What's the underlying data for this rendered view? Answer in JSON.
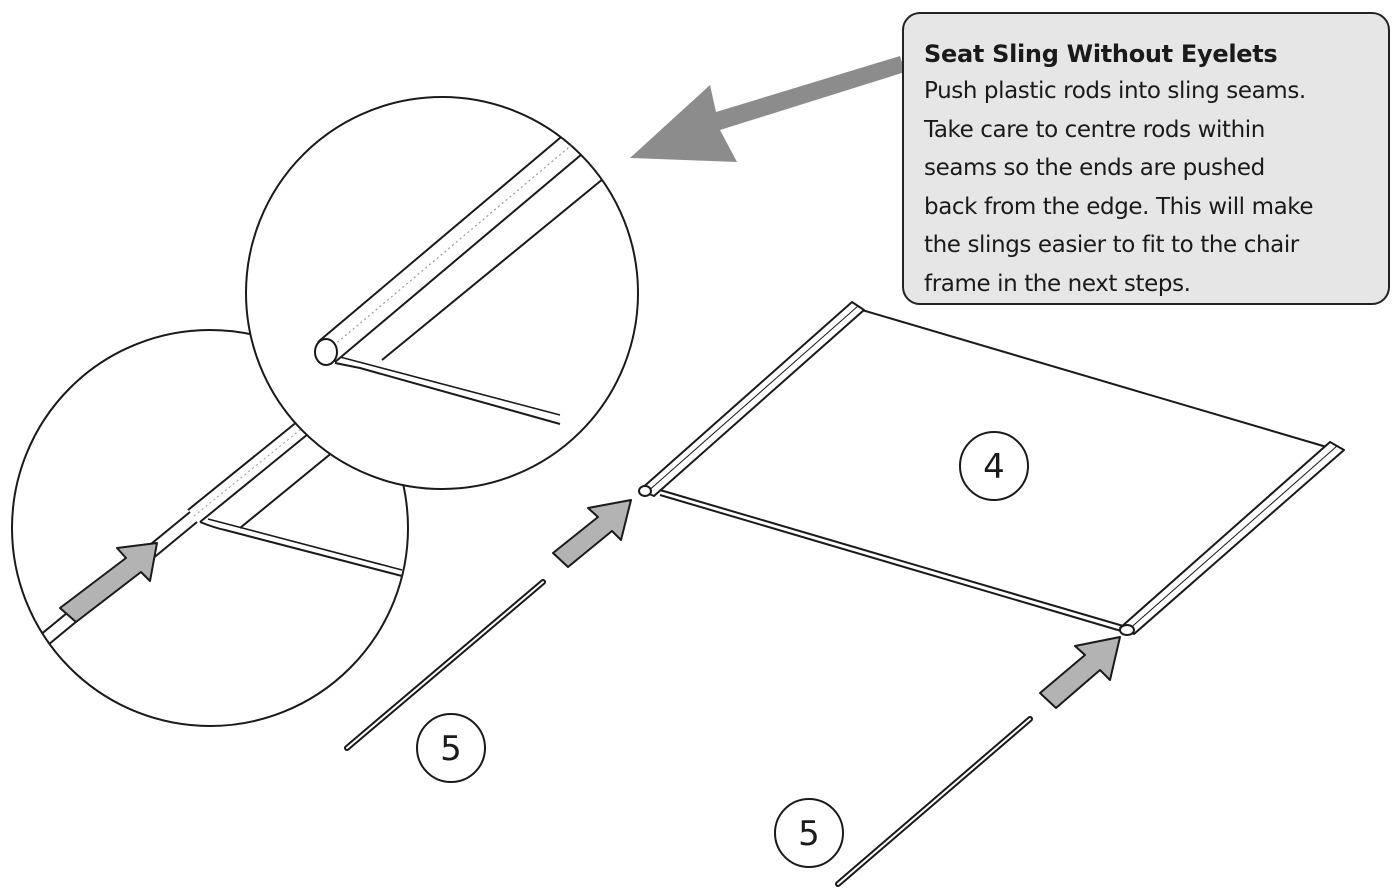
{
  "callout": {
    "title": "Seat Sling Without Eyelets",
    "lines": [
      "Push plastic rods into sling seams.",
      "Take care to centre rods within",
      "seams so the ends are pushed",
      "back from the edge. This will make",
      "the slings easier to fit to the chair",
      "frame in the next steps."
    ]
  },
  "labels": {
    "sling": "4",
    "rod_left": "5",
    "rod_right": "5"
  },
  "colors": {
    "outline": "#1a1a1a",
    "arrow_fill": "#b3b3b3",
    "pointer_fill": "#8c8c8c",
    "callout_bg": "#e6e6e6"
  }
}
